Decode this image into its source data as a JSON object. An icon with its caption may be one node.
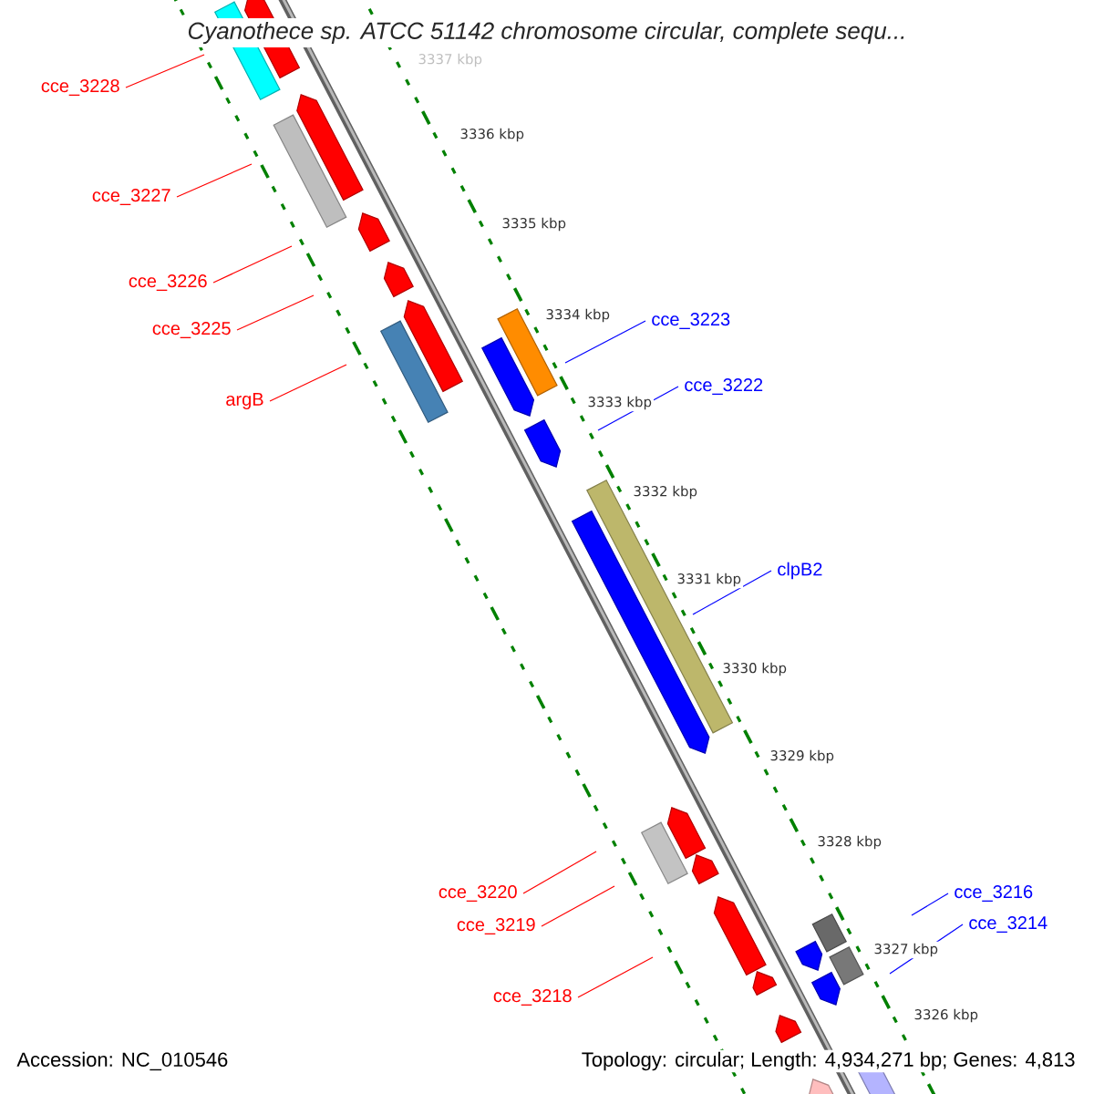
{
  "diagram": {
    "title": "Cyanothece sp. ATCC 51142 chromosome circular, complete sequ...",
    "nodes": [
      {
        "text": [
          "cce_3228"
        ]
      },
      {
        "text": [
          "cce_3227"
        ]
      },
      {
        "text": [
          "cce_3226"
        ]
      },
      {
        "text": [
          "cce_3225"
        ]
      },
      {
        "text": [
          "argB"
        ]
      },
      {
        "text": [
          "cce_3223"
        ]
      },
      {
        "text": [
          "cce_3222"
        ]
      },
      {
        "text": [
          "clpB2"
        ]
      },
      {
        "text": [
          "cce_3220"
        ]
      },
      {
        "text": [
          "cce_3219"
        ]
      },
      {
        "text": [
          "cce_3218"
        ]
      },
      {
        "text": [
          "cce_3216"
        ]
      },
      {
        "text": [
          "cce_3214"
        ]
      }
    ],
    "edges": [
      {
        "from": 0,
        "to": null,
        "arrow": "none"
      },
      {
        "from": 1,
        "to": null,
        "arrow": "none"
      },
      {
        "from": 2,
        "to": null,
        "arrow": "none"
      },
      {
        "from": 3,
        "to": null,
        "arrow": "none"
      },
      {
        "from": 4,
        "to": null,
        "arrow": "none"
      },
      {
        "from": 5,
        "to": null,
        "arrow": "none",
        "color": "#0000ff"
      },
      {
        "from": 6,
        "to": null,
        "arrow": "none",
        "color": "#0000ff"
      },
      {
        "from": 7,
        "to": null,
        "arrow": "none",
        "color": "#0000ff"
      },
      {
        "from": 8,
        "to": null,
        "arrow": "none"
      },
      {
        "from": 9,
        "to": null,
        "arrow": "none"
      },
      {
        "from": 10,
        "to": null,
        "arrow": "none"
      },
      {
        "from": 11,
        "to": null,
        "arrow": "none",
        "color": "#0000ff"
      },
      {
        "from": 12,
        "to": null,
        "arrow": "none",
        "color": "#0000ff"
      }
    ],
    "labels": [
      "3337 kbp",
      "3336 kbp",
      "3335 kbp",
      "3334 kbp",
      "3333 kbp",
      "3332 kbp",
      "3331 kbp",
      "3330 kbp",
      "3329 kbp",
      "3328 kbp",
      "3327 kbp",
      "3326 kbp",
      "Accession: NC_010546",
      "Topology: circular; Length: 4,934,271 bp; Genes: 4,813"
    ]
  }
}
